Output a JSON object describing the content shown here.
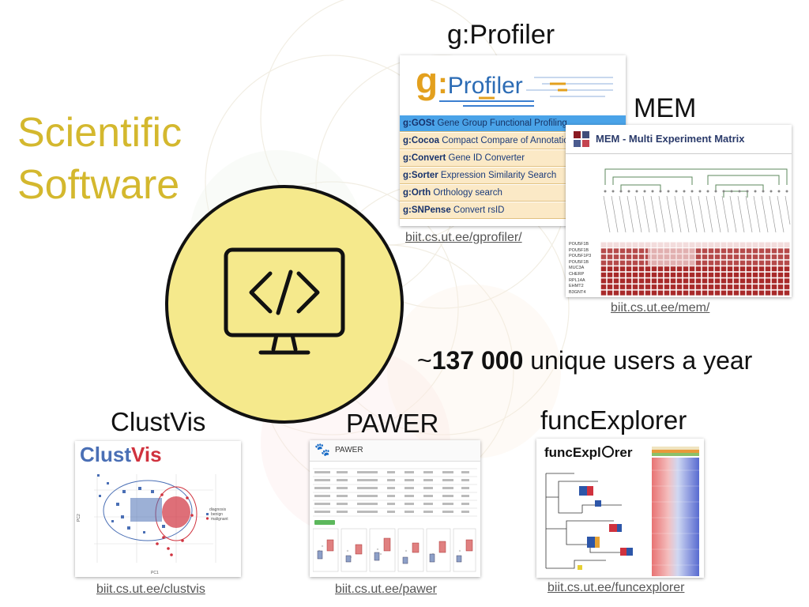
{
  "slide": {
    "title_line1": "Scientific",
    "title_line2": "Software",
    "stat_prefix": "~",
    "stat_number": "137 000",
    "stat_suffix": " unique users a year"
  },
  "colors": {
    "accent_title": "#d4b82e",
    "circle_fill": "#f5e98c",
    "circle_border": "#111111"
  },
  "icons": {
    "center": "monitor-code-icon"
  },
  "tools": {
    "gprofiler": {
      "heading": "g:Profiler",
      "logo_g": "g",
      "logo_rest": "Profiler",
      "url": "biit.cs.ut.ee/gprofiler/",
      "items": [
        {
          "name": "g:GOSt",
          "desc": " Gene Group Functional Profiling"
        },
        {
          "name": "g:Cocoa",
          "desc": " Compact Compare of Annotations"
        },
        {
          "name": "g:Convert",
          "desc": " Gene ID Converter"
        },
        {
          "name": "g:Sorter",
          "desc": " Expression Similarity Search"
        },
        {
          "name": "g:Orth",
          "desc": " Orthology search"
        },
        {
          "name": "g:SNPense",
          "desc": " Convert rsID"
        }
      ]
    },
    "mem": {
      "heading": "MEM",
      "banner": "MEM - Multi Experiment Matrix",
      "url": "biit.cs.ut.ee/mem/",
      "gene_labels": [
        "POU5F1B",
        "POU5F1B",
        "POU5F1P3",
        "POU5F1B",
        "MUC3A",
        "CHERP",
        "RPL14A",
        "EHMT2",
        "B3GNT4"
      ]
    },
    "clustvis": {
      "heading": "ClustVis",
      "logo_a": "Clust",
      "logo_b": "Vis",
      "url": "biit.cs.ut.ee/clustvis",
      "legend": [
        "diagnosis",
        "benign",
        "malignant"
      ],
      "xlabel": "PC1",
      "ylabel": "PC2"
    },
    "pawer": {
      "heading": "PAWER",
      "title": "PAWER",
      "url": "biit.cs.ut.ee/pawer"
    },
    "funcexplorer": {
      "heading": "funcExplorer",
      "logo_a": "funcExpl",
      "logo_b": "rer",
      "url": "biit.cs.ut.ee/funcexplorer"
    }
  }
}
